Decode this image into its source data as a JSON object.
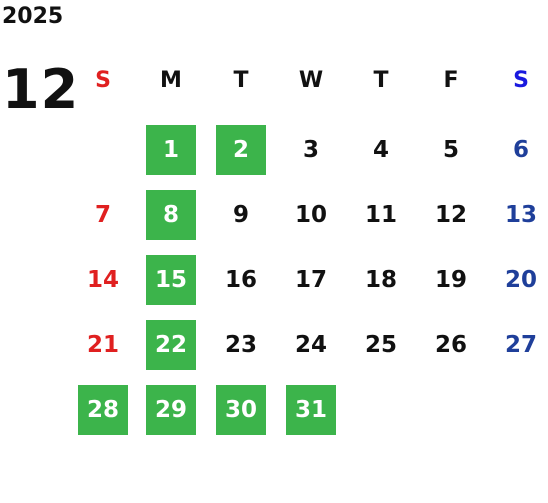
{
  "year": "2025",
  "month": "12",
  "weekdays": [
    "S",
    "M",
    "T",
    "W",
    "T",
    "F",
    "S"
  ],
  "first_weekday_index": 1,
  "days": [
    "1",
    "2",
    "3",
    "4",
    "5",
    "6",
    "7",
    "8",
    "9",
    "10",
    "11",
    "12",
    "13",
    "14",
    "15",
    "16",
    "17",
    "18",
    "19",
    "20",
    "21",
    "22",
    "23",
    "24",
    "25",
    "26",
    "27",
    "28",
    "29",
    "30",
    "31"
  ],
  "highlighted_days": [
    1,
    2,
    8,
    15,
    22,
    28,
    29,
    30,
    31
  ],
  "colors": {
    "sunday": "#e02020",
    "saturday": "#1f3f9a",
    "saturday_header": "#1a1adf",
    "weekday": "#111111",
    "highlight_bg": "#3cb44b",
    "highlight_text": "#ffffff"
  }
}
